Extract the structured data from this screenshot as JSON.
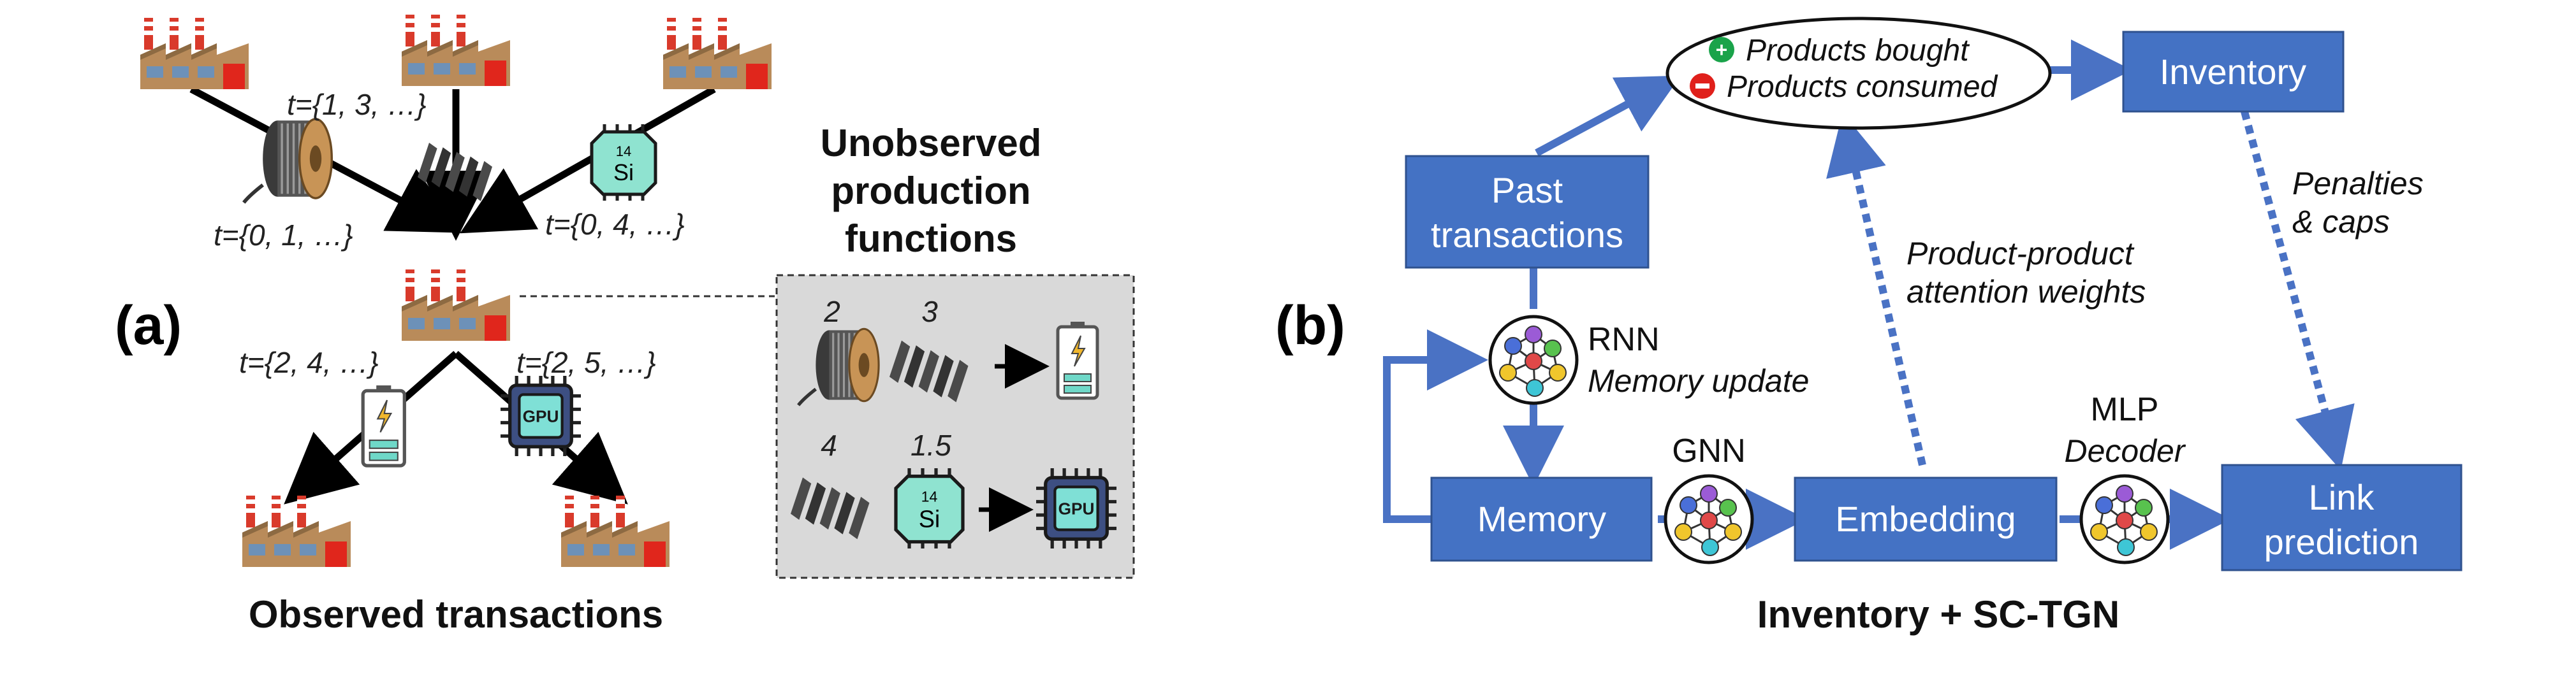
{
  "panel_a": {
    "label": "(a)",
    "title": "Observed transactions",
    "time_top_center": "t={1, 3, …}",
    "time_left": "t={0, 1, …}",
    "time_right": "t={0, 4, …}",
    "time_out_left": "t={2, 4, …}",
    "time_out_right": "t={2, 5, …}",
    "unobserved_title": [
      "Unobserved",
      "production",
      "functions"
    ],
    "recipe1_coeff_a": "2",
    "recipe1_coeff_b": "3",
    "recipe2_coeff_a": "4",
    "recipe2_coeff_b": "1.5",
    "chip_number": "14",
    "chip_symbol": "Si",
    "gpu_label": "GPU"
  },
  "panel_b": {
    "label": "(b)",
    "title": "Inventory + SC-TGN",
    "products_bought": "Products bought",
    "products_consumed": "Products consumed",
    "inventory": "Inventory",
    "past_transactions": [
      "Past",
      "transactions"
    ],
    "rnn": "RNN",
    "memory_update": "Memory update",
    "memory": "Memory",
    "gnn": "GNN",
    "embedding": "Embedding",
    "mlp": "MLP",
    "decoder": "Decoder",
    "link_prediction": [
      "Link",
      "prediction"
    ],
    "penalties_caps": [
      "Penalties",
      "& caps"
    ],
    "attention_weights": [
      "Product-product",
      "attention weights"
    ]
  },
  "colors": {
    "box_blue": "#4472c4",
    "arrow_blue": "#4a72c4",
    "gray_panel": "#d9d9d9",
    "plus_green": "#1aa34a",
    "minus_red": "#e0201b"
  }
}
